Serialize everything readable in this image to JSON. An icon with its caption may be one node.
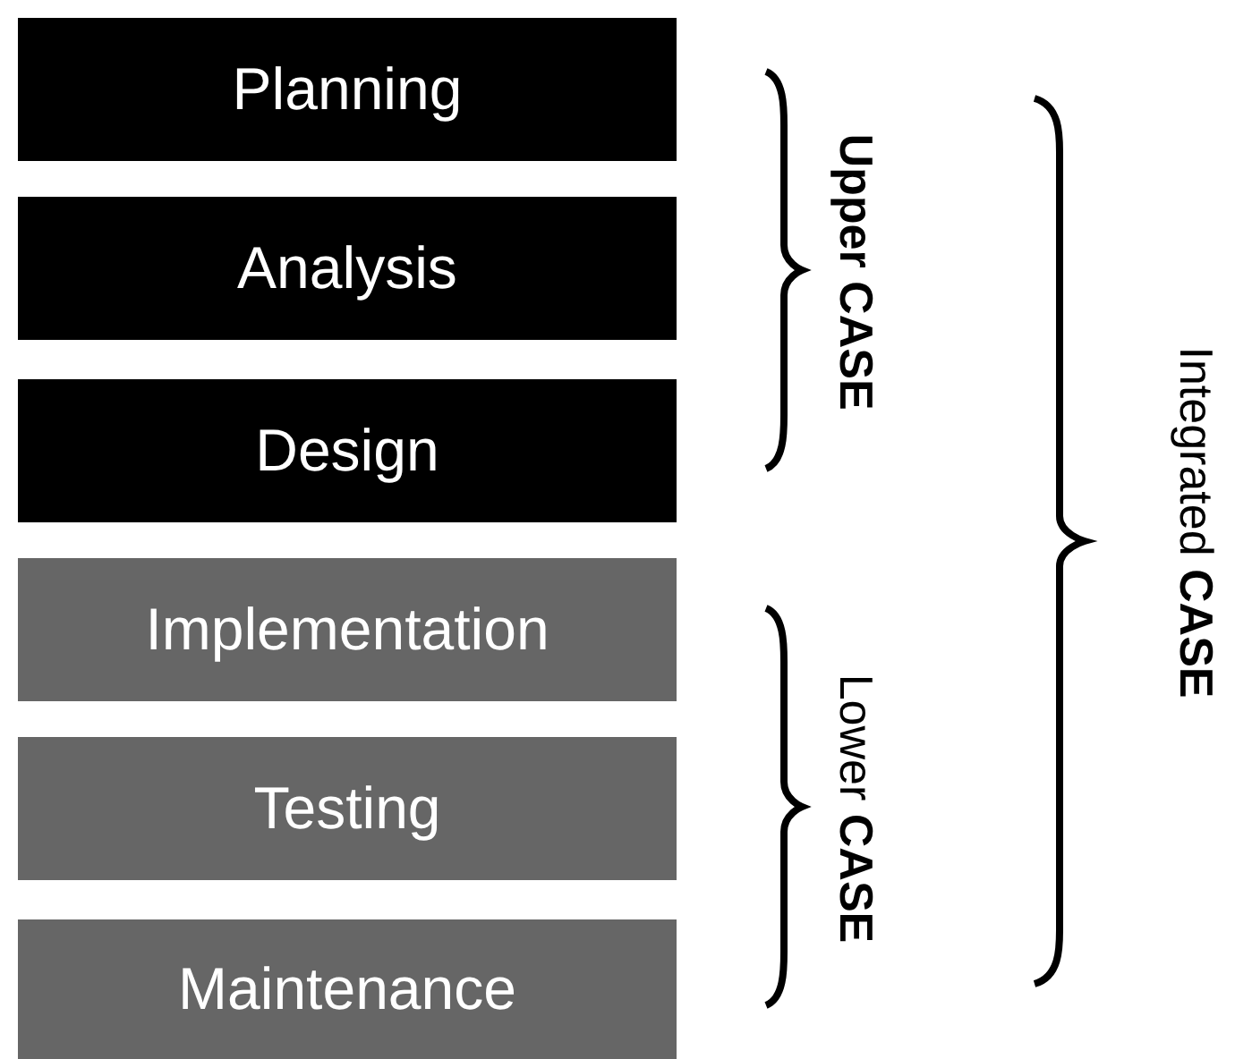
{
  "diagram": {
    "nodes": [
      {
        "text": [
          "Planning"
        ]
      },
      {
        "text": [
          "Analysis"
        ]
      },
      {
        "text": [
          "Design"
        ]
      },
      {
        "text": [
          "Implementation"
        ]
      },
      {
        "text": [
          "Testing"
        ]
      },
      {
        "text": [
          "Maintenance"
        ]
      }
    ],
    "labels": [
      "**Upper CASE**",
      "Lower **CASE**",
      "Integrated **CASE**"
    ]
  }
}
